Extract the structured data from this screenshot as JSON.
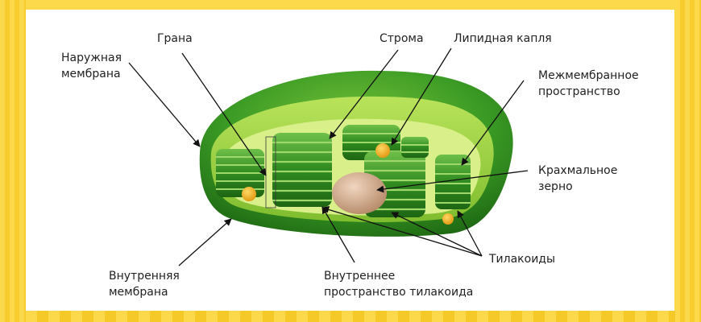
{
  "labels": {
    "outer_membrane_1": "Наружная",
    "outer_membrane_2": "мембрана",
    "grana": "Грана",
    "stroma": "Строма",
    "lipid_droplet": "Липидная капля",
    "intermembrane_1": "Межмембранное",
    "intermembrane_2": "пространство",
    "starch_1": "Крахмальное",
    "starch_2": "зерно",
    "thylakoids": "Тилакоиды",
    "inner_membrane_1": "Внутренняя",
    "inner_membrane_2": "мембрана",
    "thylakoid_space_1": "Внутреннее",
    "thylakoid_space_2": "пространство тилакоида"
  },
  "colors": {
    "background": "#fcd94b",
    "card": "#ffffff",
    "outer_green": "#2f8a1f",
    "light_green": "#a8d94a",
    "inner_fill": "#d8ef8a",
    "thylakoid": "#3c9a2a",
    "lipid": "#f2b21f",
    "starch": "#c9a383"
  }
}
